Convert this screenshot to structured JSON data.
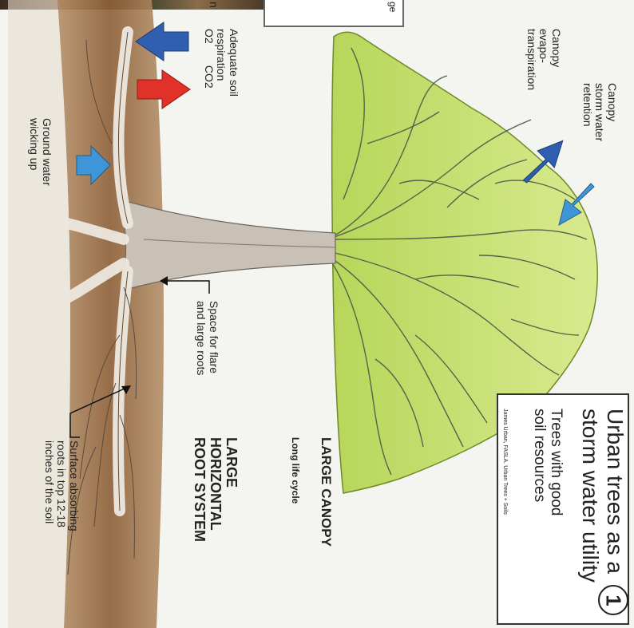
{
  "diagram": {
    "title_lines": [
      "Urban trees as a",
      "storm water utility"
    ],
    "subtitle_lines": [
      "Trees with good",
      "soil resources"
    ],
    "credit": "James Urban, FASLA.    Urban Trees + Soils",
    "page_number": "1",
    "top_box_fragment": "ge",
    "labels": {
      "canopy_retention": [
        "Canopy",
        "storm water",
        "retention"
      ],
      "evapotranspiration": [
        "Canopy",
        "evapo-",
        "transpiration"
      ],
      "soil_respiration": [
        "Adequate soil",
        "respiration",
        "O2       CO2"
      ],
      "soil_respiration_fragment": "n",
      "groundwater": [
        "Ground water",
        "wicking up"
      ],
      "space_for_flare": [
        "Space for flare",
        "and large roots"
      ],
      "large_canopy": "LARGE CANOPY",
      "long_life": "Long life cycle",
      "root_system": [
        "LARGE",
        "HORIZONTAL",
        "ROOT SYSTEM"
      ],
      "surface_roots": [
        "Surface absorbing",
        "roots in top 12-18",
        "inches of the soil"
      ]
    },
    "colors": {
      "canopy": "#a8cc4a",
      "canopy_light": "#d2e67e",
      "soil": "#9a6a3e",
      "soil_light": "#c9a47c",
      "trunk": "#a59a8e",
      "arrow_dark_blue": "#2f5fae",
      "arrow_light_blue": "#3e96d9",
      "arrow_red": "#e03228"
    }
  }
}
